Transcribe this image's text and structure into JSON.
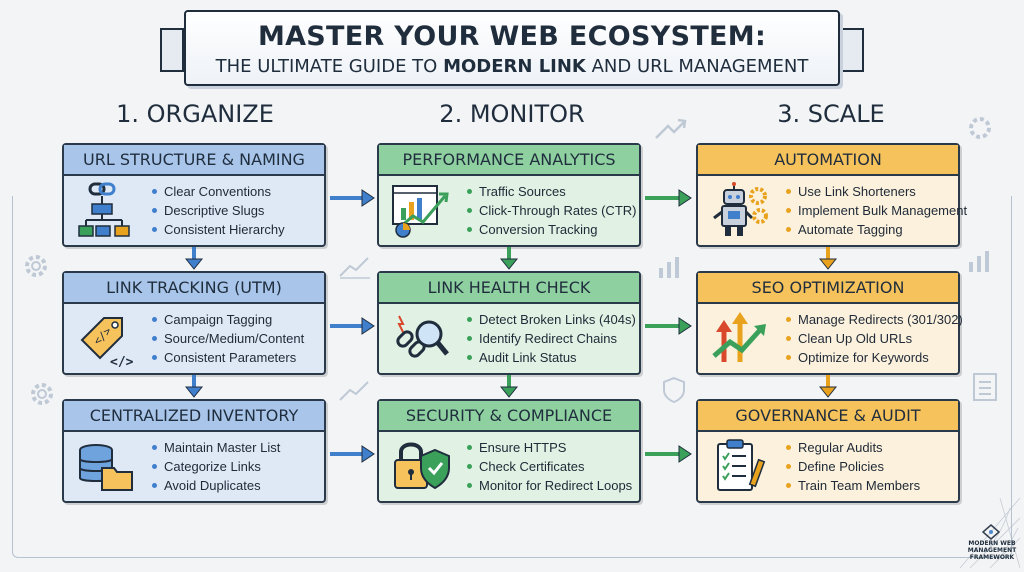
{
  "title": {
    "line1": "MASTER YOUR WEB ECOSYSTEM:",
    "line2_pre": "THE ULTIMATE GUIDE TO ",
    "line2_bold": "MODERN LINK",
    "line2_post": " AND URL MANAGEMENT"
  },
  "columns": [
    {
      "heading": "1. ORGANIZE",
      "cards": [
        {
          "title": "URL STRUCTURE & NAMING",
          "icon": "link-hierarchy-icon",
          "items": [
            "Clear Conventions",
            "Descriptive Slugs",
            "Consistent Hierarchy"
          ]
        },
        {
          "title": "LINK TRACKING (UTM)",
          "icon": "tag-code-icon",
          "items": [
            "Campaign Tagging",
            "Source/Medium/Content",
            "Consistent Parameters"
          ]
        },
        {
          "title": "CENTRALIZED INVENTORY",
          "icon": "database-folder-icon",
          "items": [
            "Maintain Master List",
            "Categorize Links",
            "Avoid Duplicates"
          ]
        }
      ]
    },
    {
      "heading": "2. MONITOR",
      "cards": [
        {
          "title": "PERFORMANCE ANALYTICS",
          "icon": "analytics-chart-icon",
          "items": [
            "Traffic Sources",
            "Click-Through Rates (CTR)",
            "Conversion Tracking"
          ]
        },
        {
          "title": "LINK HEALTH CHECK",
          "icon": "broken-link-magnifier-icon",
          "items": [
            "Detect Broken Links (404s)",
            "Identify Redirect Chains",
            "Audit Link Status"
          ]
        },
        {
          "title": "SECURITY & COMPLIANCE",
          "icon": "lock-shield-icon",
          "items": [
            "Ensure HTTPS",
            "Check Certificates",
            "Monitor for Redirect Loops"
          ]
        }
      ]
    },
    {
      "heading": "3. SCALE",
      "cards": [
        {
          "title": "AUTOMATION",
          "icon": "robot-gears-icon",
          "items": [
            "Use Link Shorteners",
            "Implement Bulk Management",
            "Automate Tagging"
          ]
        },
        {
          "title": "SEO OPTIMIZATION",
          "icon": "growth-arrows-icon",
          "items": [
            "Manage Redirects (301/302)",
            "Clean Up Old URLs",
            "Optimize for Keywords"
          ]
        },
        {
          "title": "GOVERNANCE & AUDIT",
          "icon": "clipboard-checklist-icon",
          "items": [
            "Regular Audits",
            "Define Policies",
            "Train Team Members"
          ]
        }
      ]
    }
  ],
  "colors": {
    "organize": "#3f7fcc",
    "monitor": "#3aa05a",
    "scale": "#e8a21d",
    "ink": "#1f2d3d"
  },
  "badge": {
    "text": "MODERN WEB MANAGEMENT FRAMEWORK"
  }
}
